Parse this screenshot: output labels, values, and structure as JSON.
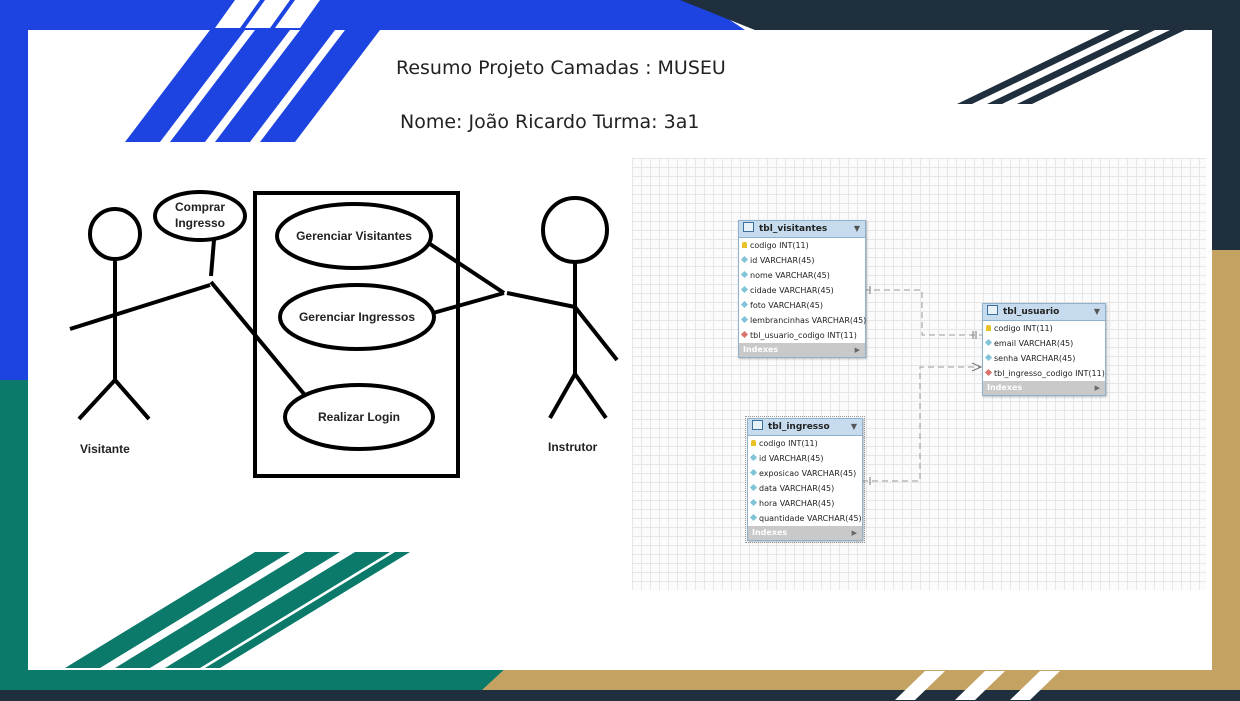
{
  "slide": {
    "title": "Resumo Projeto Camadas : MUSEU",
    "subtitle": "Nome: João Ricardo Turma: 3a1"
  },
  "use_case": {
    "actors": [
      "Visitante",
      "Instrutor"
    ],
    "use_cases": {
      "comprar_line1": "Comprar",
      "comprar_line2": "Ingresso",
      "gerenciar_visitantes": "Gerenciar Visitantes",
      "gerenciar_ingressos": "Gerenciar Ingressos",
      "realizar_login": "Realizar Login"
    }
  },
  "er": {
    "tables": [
      {
        "name": "tbl_visitantes",
        "columns": [
          {
            "label": "codigo INT(11)",
            "kind": "pk"
          },
          {
            "label": "id VARCHAR(45)",
            "kind": "col"
          },
          {
            "label": "nome VARCHAR(45)",
            "kind": "col"
          },
          {
            "label": "cidade VARCHAR(45)",
            "kind": "col"
          },
          {
            "label": "foto VARCHAR(45)",
            "kind": "col"
          },
          {
            "label": "lembrancinhas VARCHAR(45)",
            "kind": "col"
          },
          {
            "label": "tbl_usuario_codigo INT(11)",
            "kind": "fk"
          }
        ],
        "indexes": "Indexes"
      },
      {
        "name": "tbl_usuario",
        "columns": [
          {
            "label": "codigo INT(11)",
            "kind": "pk"
          },
          {
            "label": "email VARCHAR(45)",
            "kind": "col"
          },
          {
            "label": "senha VARCHAR(45)",
            "kind": "col"
          },
          {
            "label": "tbl_ingresso_codigo INT(11)",
            "kind": "fk"
          }
        ],
        "indexes": "Indexes"
      },
      {
        "name": "tbl_ingresso",
        "columns": [
          {
            "label": "codigo INT(11)",
            "kind": "pk"
          },
          {
            "label": "id VARCHAR(45)",
            "kind": "col"
          },
          {
            "label": "exposicao VARCHAR(45)",
            "kind": "col"
          },
          {
            "label": "data VARCHAR(45)",
            "kind": "col"
          },
          {
            "label": "hora VARCHAR(45)",
            "kind": "col"
          },
          {
            "label": "quantidade VARCHAR(45)",
            "kind": "col"
          }
        ],
        "indexes": "Indexes"
      }
    ]
  },
  "colors": {
    "blue": "#1d44e0",
    "teal": "#0b7a6b",
    "dark": "#1f2f3d",
    "gold": "#c4a362"
  }
}
